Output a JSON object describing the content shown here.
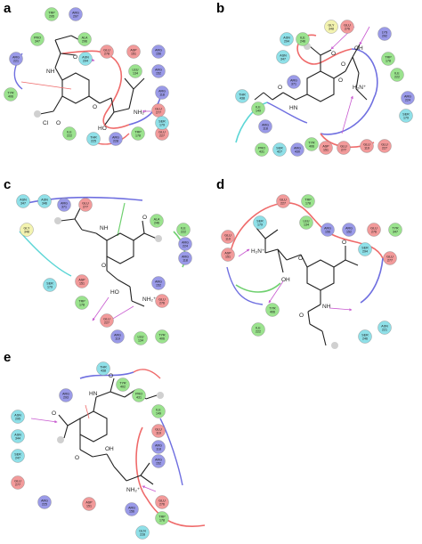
{
  "colors": {
    "acidic": "#f29a9a",
    "basic": "#9a9ae8",
    "polar": "#8fe0e8",
    "hydrophobic": "#9be38e",
    "glycine": "#f3f3b0",
    "contour_red": "#ef6a6a",
    "contour_blue": "#6f6fe0",
    "contour_cyan": "#5cd6d6",
    "contour_green": "#6fd06f",
    "hbond_arrow": "#c85ad0",
    "exposure": "#d0d0d0"
  },
  "panels": [
    {
      "label": "a",
      "atom_labels": [
        "O",
        "NH",
        "O",
        "Cl",
        "O",
        "HO",
        "NH₂⁺"
      ],
      "residues": [
        {
          "name": "TRP",
          "num": "295",
          "type": "hydrophobic"
        },
        {
          "name": "ARG",
          "num": "297",
          "type": "basic"
        },
        {
          "name": "PRO",
          "num": "347",
          "type": "hydrophobic"
        },
        {
          "name": "ARG",
          "num": "221",
          "type": "basic"
        },
        {
          "name": "ALA",
          "num": "296",
          "type": "hydrophobic"
        },
        {
          "name": "ASN",
          "num": "294",
          "type": "polar"
        },
        {
          "name": "GLU",
          "num": "278",
          "type": "acidic"
        },
        {
          "name": "ASP",
          "num": "151",
          "type": "acidic"
        },
        {
          "name": "ARG",
          "num": "156",
          "type": "basic"
        },
        {
          "name": "LEU",
          "num": "134",
          "type": "hydrophobic"
        },
        {
          "name": "ARG",
          "num": "152",
          "type": "basic"
        },
        {
          "name": "TYR",
          "num": "406",
          "type": "hydrophobic"
        },
        {
          "name": "GLU",
          "num": "277",
          "type": "acidic"
        },
        {
          "name": "ILE",
          "num": "222",
          "type": "hydrophobic"
        },
        {
          "name": "THR",
          "num": "225",
          "type": "polar"
        },
        {
          "name": "ARG",
          "num": "228",
          "type": "basic"
        },
        {
          "name": "TRP",
          "num": "178",
          "type": "hydrophobic"
        },
        {
          "name": "GLU",
          "num": "227",
          "type": "acidic"
        },
        {
          "name": "ARG",
          "num": "118",
          "type": "basic"
        },
        {
          "name": "SER",
          "num": "179",
          "type": "polar"
        }
      ]
    },
    {
      "label": "b",
      "atom_labels": [
        "O",
        "O",
        "OH",
        "O",
        "H₂N⁺",
        "HN",
        "O"
      ],
      "residues": [
        {
          "name": "ASN",
          "num": "294",
          "type": "polar"
        },
        {
          "name": "ILE",
          "num": "246",
          "type": "hydrophobic"
        },
        {
          "name": "GLY",
          "num": "348",
          "type": "glycine"
        },
        {
          "name": "GLU",
          "num": "276",
          "type": "acidic"
        },
        {
          "name": "LYS",
          "num": "292",
          "type": "basic"
        },
        {
          "name": "ASN",
          "num": "347",
          "type": "polar"
        },
        {
          "name": "ARG",
          "num": "371",
          "type": "basic"
        },
        {
          "name": "TRP",
          "num": "178",
          "type": "hydrophobic"
        },
        {
          "name": "ILE",
          "num": "222",
          "type": "hydrophobic"
        },
        {
          "name": "THR",
          "num": "438",
          "type": "polar"
        },
        {
          "name": "ILE",
          "num": "149",
          "type": "hydrophobic"
        },
        {
          "name": "ARG",
          "num": "224",
          "type": "basic"
        },
        {
          "name": "ARG",
          "num": "118",
          "type": "basic"
        },
        {
          "name": "SER",
          "num": "179",
          "type": "polar"
        },
        {
          "name": "PRO",
          "num": "431",
          "type": "hydrophobic"
        },
        {
          "name": "SER",
          "num": "427",
          "type": "polar"
        },
        {
          "name": "ARG",
          "num": "430",
          "type": "basic"
        },
        {
          "name": "TYR",
          "num": "406",
          "type": "hydrophobic"
        },
        {
          "name": "ASP",
          "num": "151",
          "type": "acidic"
        },
        {
          "name": "GLU",
          "num": "277",
          "type": "acidic"
        },
        {
          "name": "GLU",
          "num": "119",
          "type": "acidic"
        },
        {
          "name": "GLU",
          "num": "227",
          "type": "acidic"
        }
      ]
    },
    {
      "label": "c",
      "atom_labels": [
        "O",
        "NH",
        "O",
        "O",
        "HO",
        "NH₂⁺"
      ],
      "residues": [
        {
          "name": "ASN",
          "num": "347",
          "type": "polar"
        },
        {
          "name": "ASN",
          "num": "346",
          "type": "polar"
        },
        {
          "name": "ARG",
          "num": "371",
          "type": "basic"
        },
        {
          "name": "GLU",
          "num": "277",
          "type": "acidic"
        },
        {
          "name": "GLY",
          "num": "348",
          "type": "glycine"
        },
        {
          "name": "ALA",
          "num": "246",
          "type": "hydrophobic"
        },
        {
          "name": "ILE",
          "num": "222",
          "type": "hydrophobic"
        },
        {
          "name": "ARG",
          "num": "224",
          "type": "basic"
        },
        {
          "name": "ARG",
          "num": "118",
          "type": "basic"
        },
        {
          "name": "SER",
          "num": "179",
          "type": "polar"
        },
        {
          "name": "ASP",
          "num": "151",
          "type": "acidic"
        },
        {
          "name": "ARG",
          "num": "152",
          "type": "basic"
        },
        {
          "name": "GLU",
          "num": "276",
          "type": "acidic"
        },
        {
          "name": "TRP",
          "num": "178",
          "type": "hydrophobic"
        },
        {
          "name": "GLU",
          "num": "227",
          "type": "acidic"
        },
        {
          "name": "ARG",
          "num": "119",
          "type": "basic"
        },
        {
          "name": "LEU",
          "num": "134",
          "type": "hydrophobic"
        },
        {
          "name": "TYR",
          "num": "406",
          "type": "hydrophobic"
        }
      ]
    },
    {
      "label": "d",
      "atom_labels": [
        "H₂N⁺",
        "OH",
        "O",
        "O",
        "NH",
        "O"
      ],
      "residues": [
        {
          "name": "GLU",
          "num": "227",
          "type": "acidic"
        },
        {
          "name": "TRP",
          "num": "178",
          "type": "hydrophobic"
        },
        {
          "name": "SER",
          "num": "179",
          "type": "polar"
        },
        {
          "name": "LEU",
          "num": "134",
          "type": "hydrophobic"
        },
        {
          "name": "ARG",
          "num": "156",
          "type": "basic"
        },
        {
          "name": "ARG",
          "num": "152",
          "type": "basic"
        },
        {
          "name": "GLU",
          "num": "119",
          "type": "acidic"
        },
        {
          "name": "ASP",
          "num": "151",
          "type": "acidic"
        },
        {
          "name": "GLU",
          "num": "276",
          "type": "acidic"
        },
        {
          "name": "TYR",
          "num": "347",
          "type": "hydrophobic"
        },
        {
          "name": "SER",
          "num": "294",
          "type": "polar"
        },
        {
          "name": "GLU",
          "num": "277",
          "type": "acidic"
        },
        {
          "name": "TYR",
          "num": "406",
          "type": "hydrophobic"
        },
        {
          "name": "ILE",
          "num": "222",
          "type": "hydrophobic"
        },
        {
          "name": "SER",
          "num": "246",
          "type": "polar"
        },
        {
          "name": "ASN",
          "num": "221",
          "type": "polar"
        }
      ]
    },
    {
      "label": "e",
      "atom_labels": [
        "O",
        "HN",
        "O",
        "O",
        "OH",
        "NH₂⁺"
      ],
      "residues": [
        {
          "name": "ARG",
          "num": "293",
          "type": "basic"
        },
        {
          "name": "THR",
          "num": "438",
          "type": "polar"
        },
        {
          "name": "TYR",
          "num": "402",
          "type": "hydrophobic"
        },
        {
          "name": "PRO",
          "num": "431",
          "type": "hydrophobic"
        },
        {
          "name": "ILE",
          "num": "149",
          "type": "hydrophobic"
        },
        {
          "name": "ASN",
          "num": "295",
          "type": "polar"
        },
        {
          "name": "ASN",
          "num": "344",
          "type": "polar"
        },
        {
          "name": "GLU",
          "num": "119",
          "type": "acidic"
        },
        {
          "name": "SER",
          "num": "247",
          "type": "polar"
        },
        {
          "name": "ARG",
          "num": "118",
          "type": "basic"
        },
        {
          "name": "ARG",
          "num": "152",
          "type": "basic"
        },
        {
          "name": "GLU",
          "num": "277",
          "type": "acidic"
        },
        {
          "name": "GLU",
          "num": "276",
          "type": "acidic"
        },
        {
          "name": "ARG",
          "num": "225",
          "type": "basic"
        },
        {
          "name": "ASP",
          "num": "151",
          "type": "acidic"
        },
        {
          "name": "ARG",
          "num": "156",
          "type": "basic"
        },
        {
          "name": "TRP",
          "num": "178",
          "type": "hydrophobic"
        },
        {
          "name": "GLN",
          "num": "228",
          "type": "polar"
        }
      ]
    }
  ]
}
